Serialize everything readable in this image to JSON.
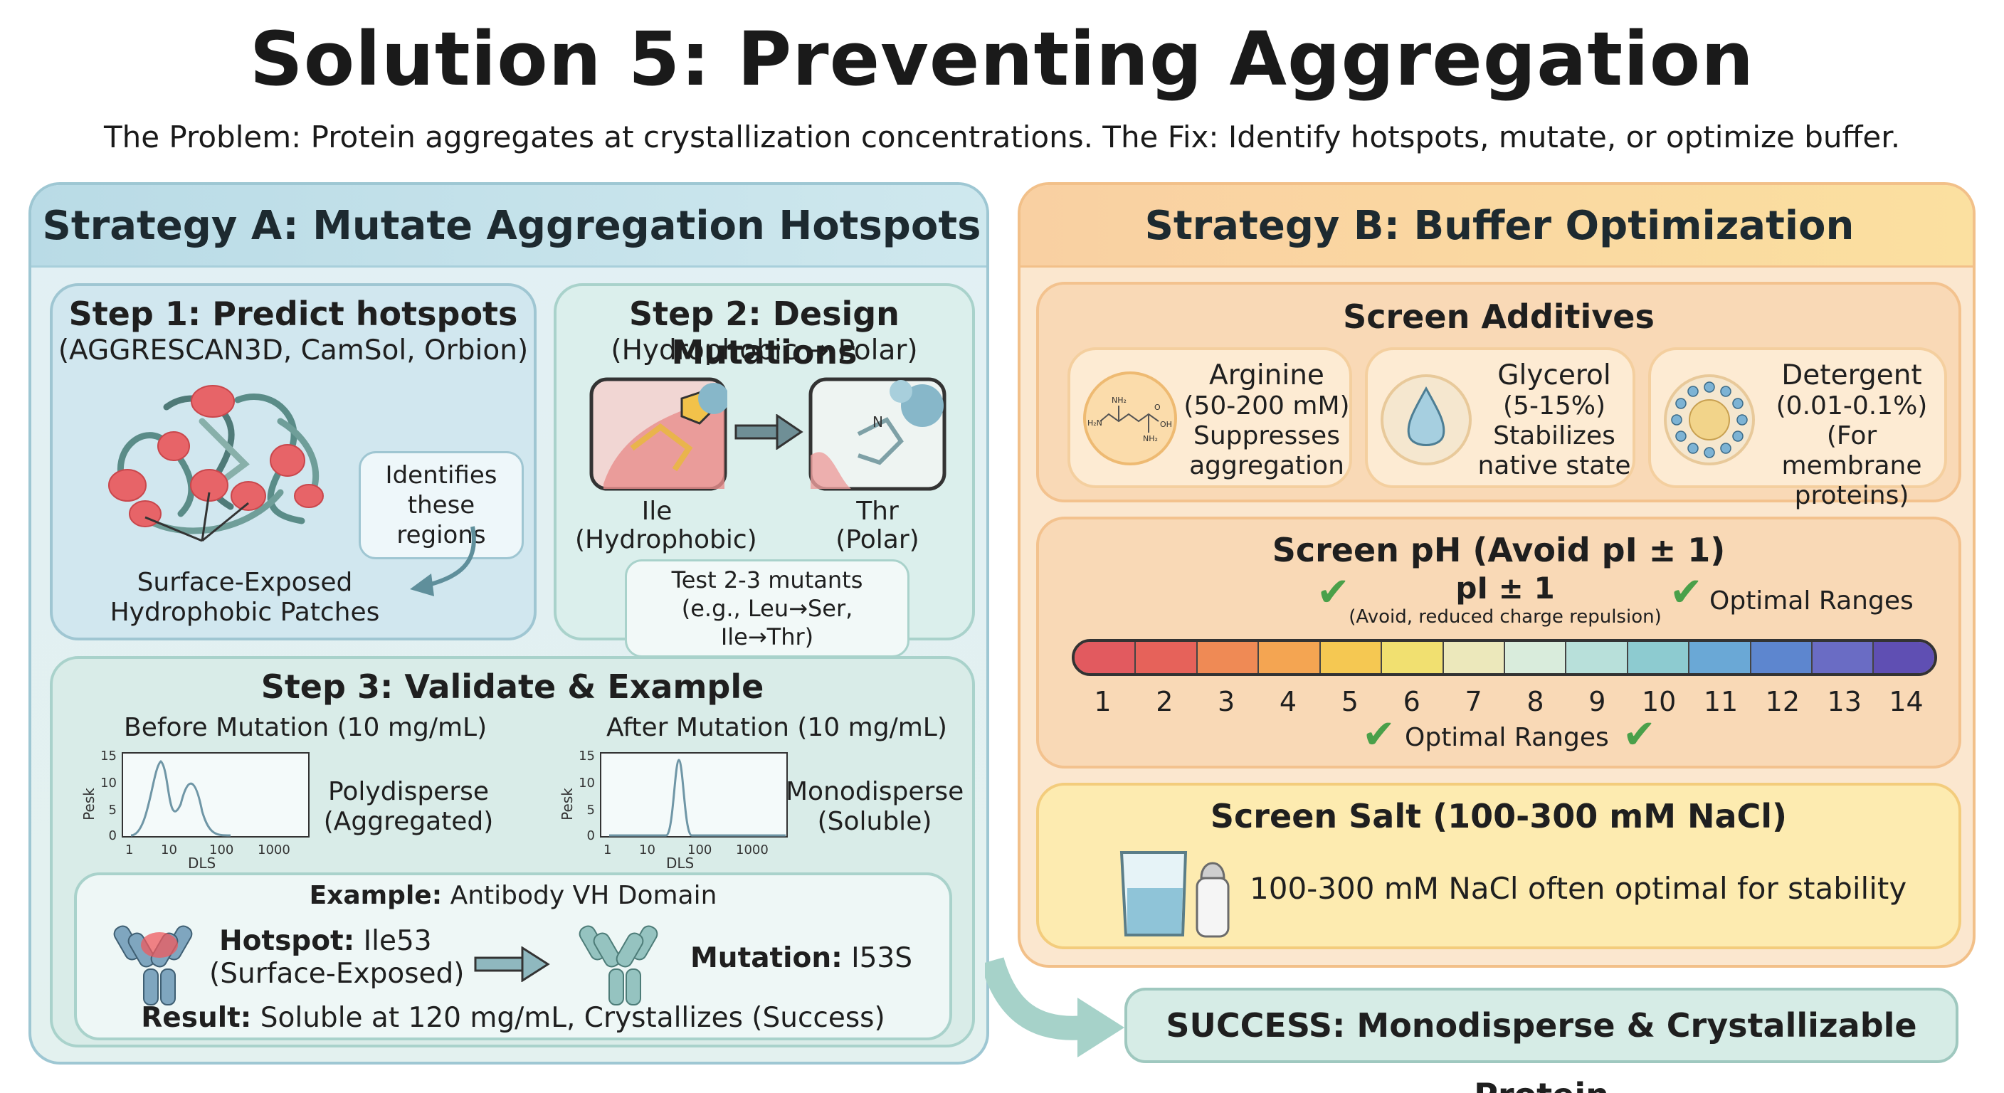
{
  "title": "Solution 5: Preventing Aggregation",
  "subtitle": "The Problem: Protein aggregates at crystallization concentrations. The Fix: Identify hotspots, mutate, or optimize buffer.",
  "strategy_a": {
    "title": "Strategy A: Mutate Aggregation Hotspots",
    "step1": {
      "title": "Step 1: Predict hotspots",
      "tools": "(AGGRESCAN3D, CamSol, Orbion)",
      "bubble_line1": "Identifies",
      "bubble_line2": "these regions",
      "caption_line1": "Surface-Exposed",
      "caption_line2": "Hydrophobic Patches"
    },
    "step2": {
      "title": "Step 2: Design Mutations",
      "subtitle": "(Hydrophobic → Polar)",
      "from_name": "Ile",
      "from_type": "(Hydrophobic)",
      "to_name": "Thr",
      "to_type": "(Polar)",
      "test_line1": "Test 2-3 mutants",
      "test_line2": "(e.g., Leu→Ser, Ile→Thr)"
    },
    "step3": {
      "title": "Step 3: Validate & Example",
      "before_title": "Before Mutation (10 mg/mL)",
      "after_title": "After Mutation (10 mg/mL)",
      "before_label1": "Polydisperse",
      "before_label2": "(Aggregated)",
      "after_label1": "Monodisperse",
      "after_label2": "(Soluble)",
      "y_label": "Pesk",
      "x_label": "DLS",
      "y_ticks": [
        "15",
        "10",
        "5",
        "0"
      ],
      "x_ticks": [
        "1",
        "10",
        "100",
        "1000"
      ]
    },
    "example": {
      "title_bold": "Example:",
      "title_rest": "Antibody VH Domain",
      "hotspot_bold": "Hotspot:",
      "hotspot_rest": "Ile53",
      "hotspot_note": "(Surface-Exposed)",
      "mutation_bold": "Mutation:",
      "mutation_rest": "I53S",
      "result_bold": "Result:",
      "result_rest": "Soluble at 120 mg/mL, Crystallizes (Success)"
    }
  },
  "strategy_b": {
    "title": "Strategy B: Buffer Optimization",
    "additives": {
      "title": "Screen Additives",
      "items": [
        {
          "name": "Arginine",
          "conc": "(50-200 mM)",
          "note1": "Suppresses",
          "note2": "aggregation"
        },
        {
          "name": "Glycerol",
          "conc": "(5-15%)",
          "note1": "Stabilizes",
          "note2": "native state"
        },
        {
          "name": "Detergent",
          "conc": "(0.01-0.1%)",
          "note1": "(For membrane",
          "note2": "proteins)"
        }
      ],
      "molecule_labels": [
        "NH₂",
        "H₂N",
        "NH₂",
        "O",
        "OH"
      ]
    },
    "ph": {
      "title": "Screen pH (Avoid pI ± 1)",
      "pi_label": "pI ± 1",
      "pi_note": "(Avoid, reduced charge repulsion)",
      "optimal_top": "Optimal Ranges",
      "optimal_bottom": "Optimal Ranges",
      "ticks": [
        "1",
        "2",
        "3",
        "4",
        "5",
        "6",
        "7",
        "8",
        "9",
        "10",
        "11",
        "12",
        "13",
        "14"
      ],
      "colors": [
        "#e25a5f",
        "#e6625a",
        "#ef8a55",
        "#f4a552",
        "#f5c852",
        "#f1e070",
        "#ece8bb",
        "#d9ecdc",
        "#b8e0da",
        "#8dcbd0",
        "#6aa8d6",
        "#5d86cf",
        "#6a6cc4",
        "#5f4fb3"
      ]
    },
    "salt": {
      "title": "Screen Salt (100-300 mM NaCl)",
      "text": "100-300 mM NaCl often optimal for stability"
    }
  },
  "success": "SUCCESS: Monodisperse & Crystallizable Protein"
}
